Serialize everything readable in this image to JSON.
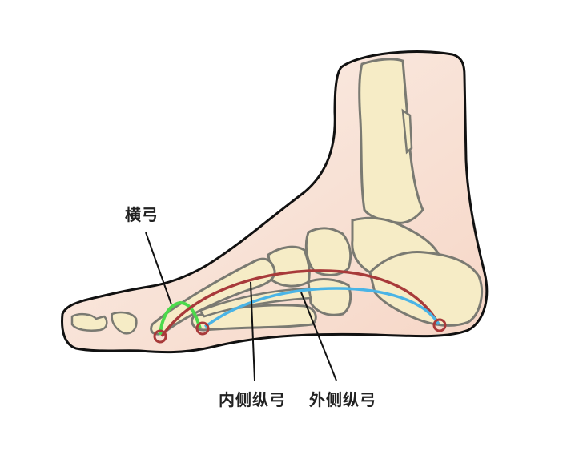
{
  "diagram": {
    "subject": "foot arches (side view)",
    "colors": {
      "skin": "#f8ddd0",
      "skin_light": "#fbece4",
      "bone": "#f6ecc6",
      "bone_outline": "#7a7a72",
      "skin_outline": "#111111",
      "transverse_arch": "#4cd94c",
      "medial_arch": "#a83a3a",
      "lateral_arch": "#4ab4e6",
      "anchor_circle": "#a83a3a",
      "leader_line": "#111111"
    },
    "labels": {
      "transverse_arch": "横弓",
      "medial_longitudinal_arch": "内侧纵弓",
      "lateral_longitudinal_arch": "外侧纵弓"
    }
  }
}
